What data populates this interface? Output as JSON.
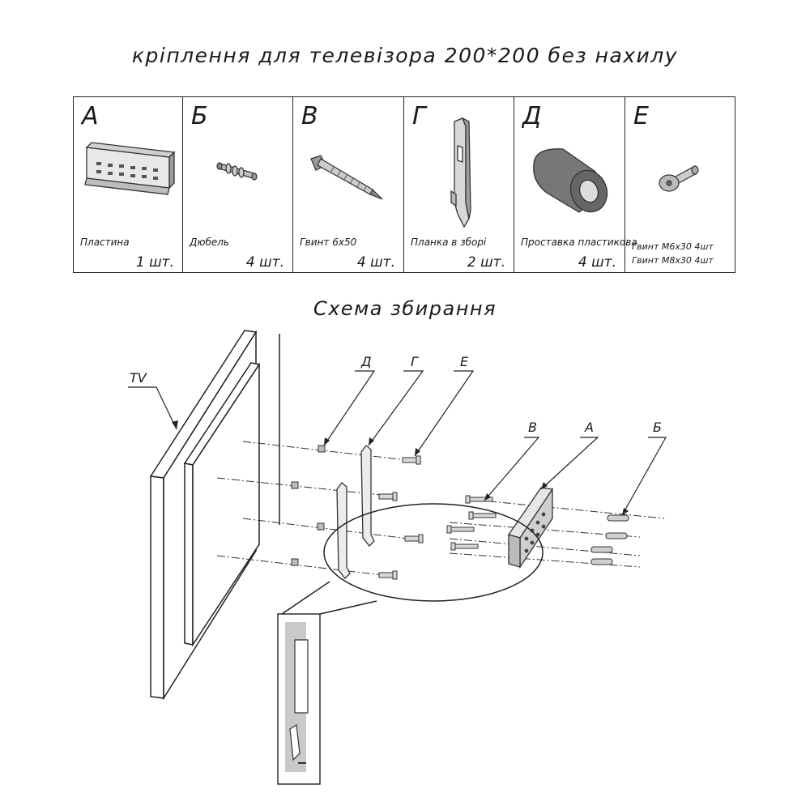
{
  "title": "кріплення для телевізора 200*200 без нахилу",
  "parts": [
    {
      "letter": "А",
      "name": "Пластина",
      "qty": "1 шт."
    },
    {
      "letter": "Б",
      "name": "Дюбель",
      "qty": "4 шт."
    },
    {
      "letter": "В",
      "name": "Гвинт 6х50",
      "qty": "4 шт."
    },
    {
      "letter": "Г",
      "name": "Планка в зборі",
      "qty": "2 шт."
    },
    {
      "letter": "Д",
      "name": "Проставка пластикова",
      "qty": "4 шт."
    },
    {
      "letter": "Е",
      "name": "Гвинт М6х30  4шт",
      "name2": "Гвинт М8х30 4шт"
    }
  ],
  "scheme_title": "Схема збирання",
  "callouts": {
    "tv": "TV",
    "d": "Д",
    "g": "Г",
    "e": "Е",
    "v": "В",
    "a": "А",
    "b": "Б"
  }
}
